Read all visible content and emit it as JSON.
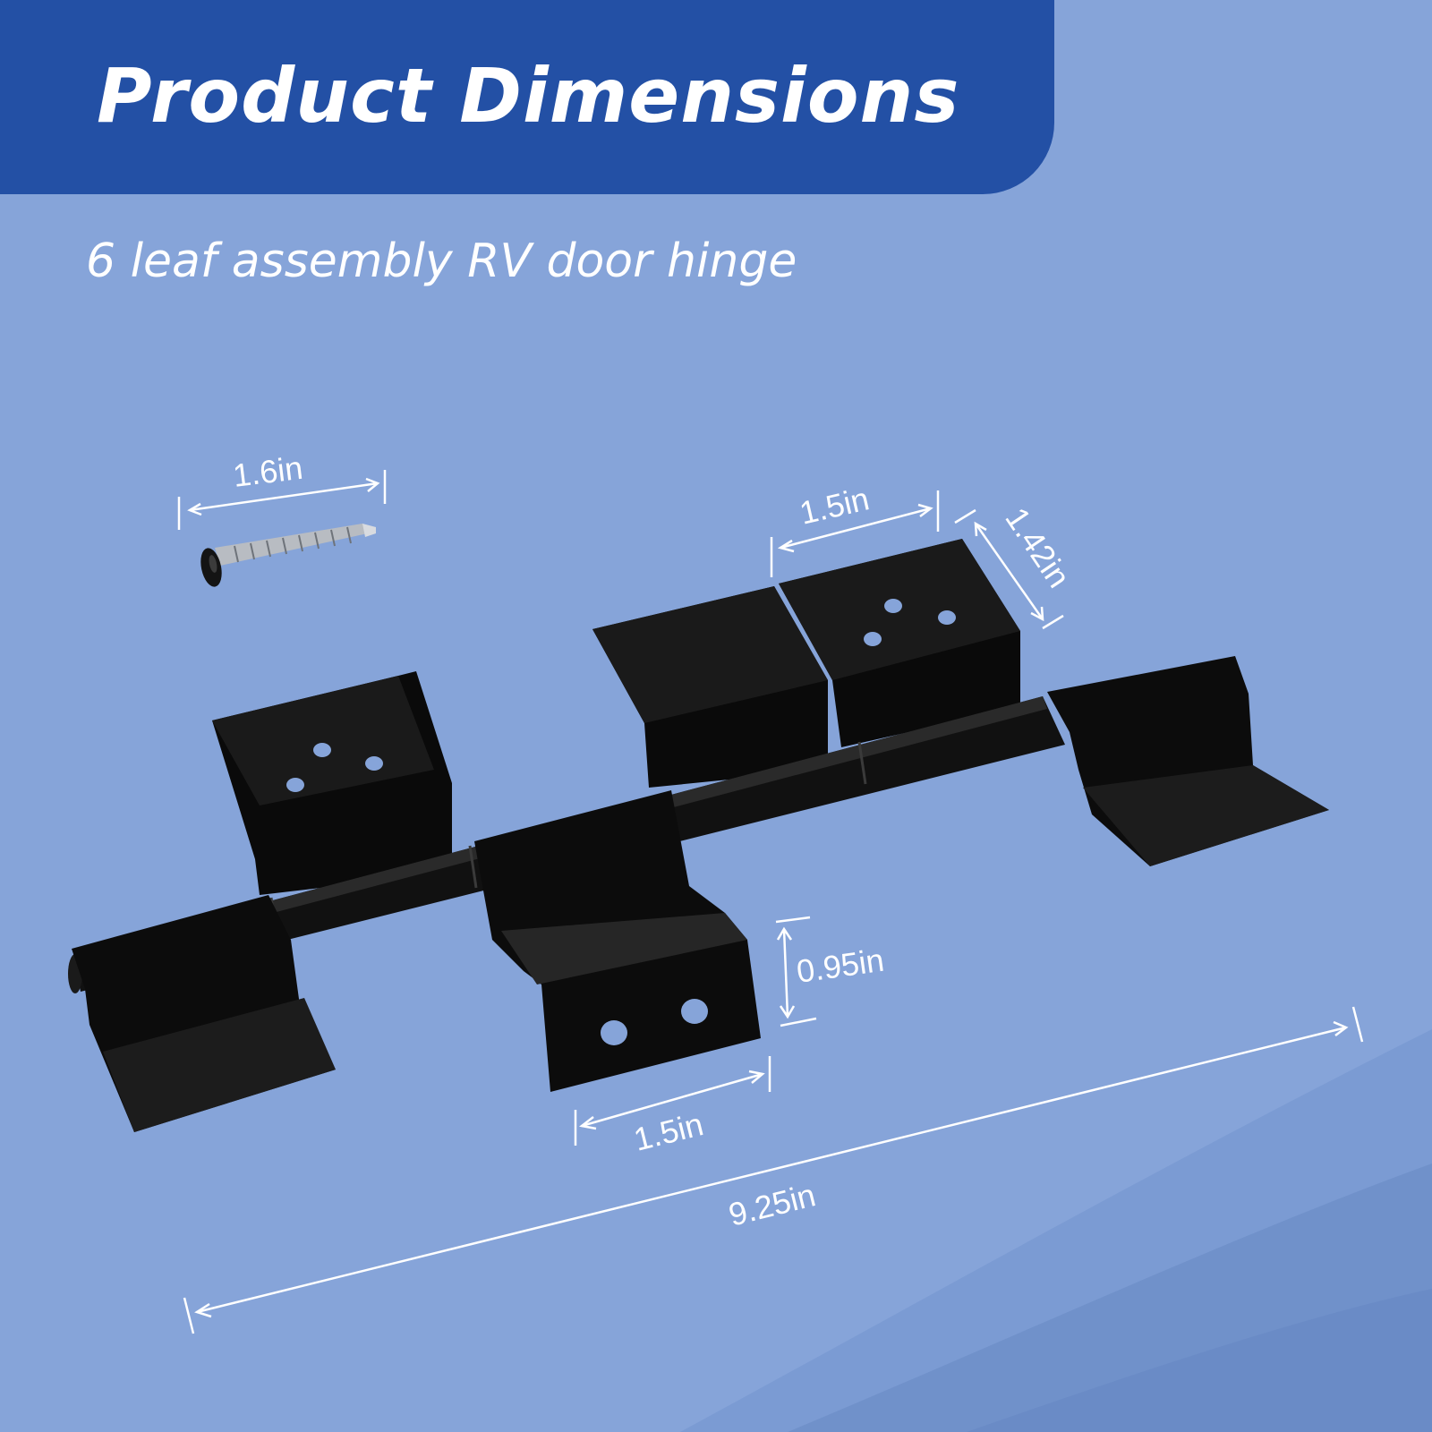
{
  "header": {
    "title": "Product Dimensions",
    "subtitle": "6 leaf assembly RV door hinge"
  },
  "dimensions": {
    "screw_length": "1.6in",
    "top_leaf_width": "1.5in",
    "leaf_depth": "1.42in",
    "flange_height": "0.95in",
    "bottom_leaf_width": "1.5in",
    "total_length": "9.25in"
  },
  "colors": {
    "background": "#86a4d9",
    "banner": "#2350a5",
    "hinge": "#0d0d0d",
    "text": "#ffffff"
  }
}
